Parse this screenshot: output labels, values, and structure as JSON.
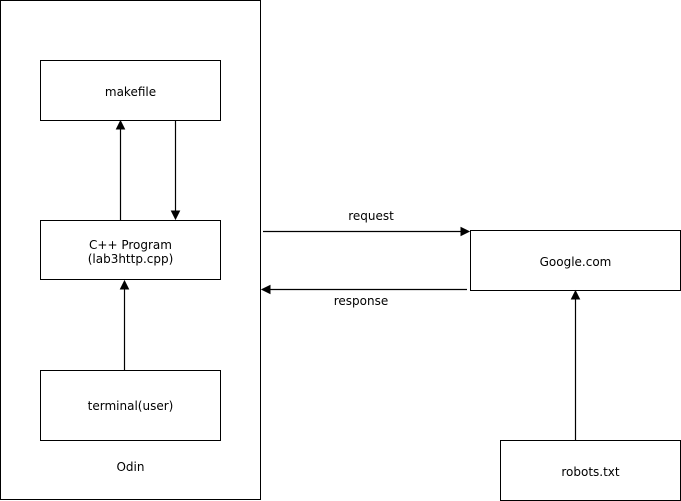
{
  "container": {
    "label": "Odin"
  },
  "nodes": {
    "makefile": "makefile",
    "program_line1": "C++ Program",
    "program_line2": "(lab3http.cpp)",
    "terminal": "terminal(user)",
    "google": "Google.com",
    "robots": "robots.txt"
  },
  "edges": {
    "request": "request",
    "response": "response"
  }
}
